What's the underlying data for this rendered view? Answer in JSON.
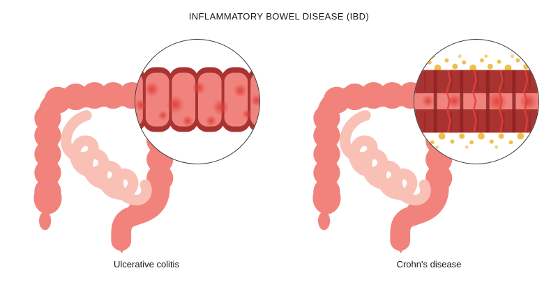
{
  "title": "INFLAMMATORY BOWEL DISEASE (IBD)",
  "panels": {
    "left": {
      "label": "Ulcerative colitis"
    },
    "right": {
      "label": "Crohn's disease"
    }
  },
  "colors": {
    "background": "#ffffff",
    "text": "#141414",
    "colon": "#f2837c",
    "small_intestine": "#f9c0b6",
    "circle_outline": "#3a3a3a",
    "bowel_wall": "#a93330",
    "bowel_wall_dark": "#8f2423",
    "bowel_inner": "#f0837e",
    "inflammation": "#e0403a",
    "fat": "#efc04a",
    "fat_light": "#f3d27e"
  }
}
